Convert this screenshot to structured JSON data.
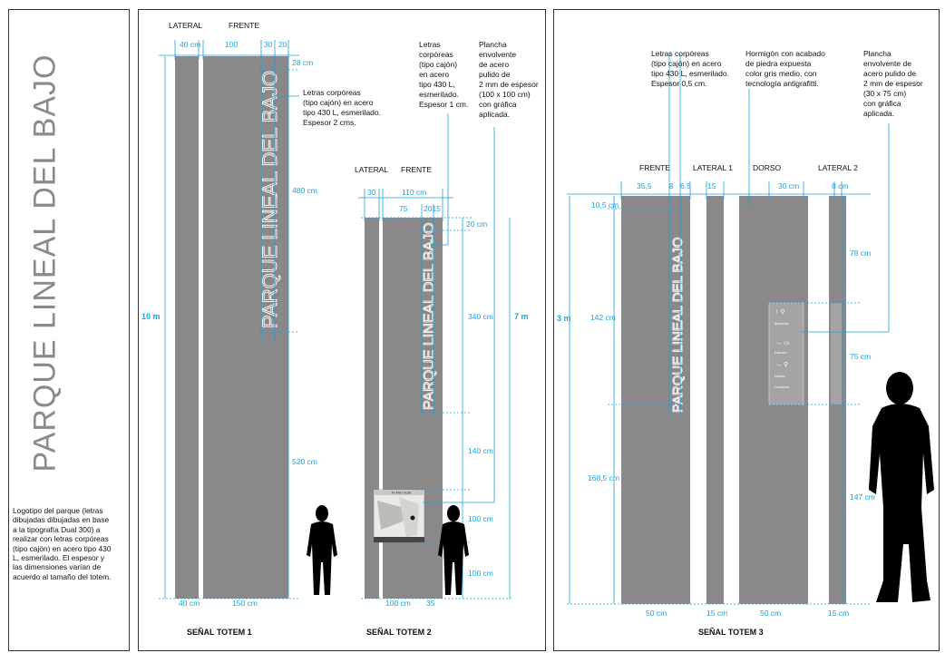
{
  "panel1": {
    "title": "PARQUE LINEAL DEL BAJO",
    "description": "Logotipo del parque (letras dibujadas dibujadas en base a la tipografía Dual 300) a realizar con letras corpóreas (tipo cajón) en acero tipo 430 L, esmerilado. El espesor y las dimensiones varían de acuerdo al tamaño del totem."
  },
  "totem1": {
    "caption": "SEÑAL TOTEM 1",
    "view_lateral": "LATERAL",
    "view_frente": "FRENTE",
    "dim_top_40": "40 cm",
    "dim_top_100": "100",
    "dim_top_30": "30",
    "dim_top_20": "20",
    "dim_28": "28 cm",
    "dim_480": "480 cm",
    "dim_520": "520 cm",
    "dim_total": "10 m",
    "dim_bottom_40": "40 cm",
    "dim_bottom_150": "150 cm",
    "logo": "PARQUE LINEAL DEL BAJO",
    "note": [
      "Letras corpóreas",
      "(tipo cajón) en acero",
      "tipo 430 L, esmerilado.",
      "Espesor 2 cms."
    ]
  },
  "totem2": {
    "caption": "SEÑAL TOTEM 2",
    "view_lateral": "LATERAL",
    "view_frente": "FRENTE",
    "dim_30": "30",
    "dim_110": "110 cm",
    "dim_75": "75",
    "dim_2015": "2015",
    "dim_20": "20 cm",
    "dim_340": "340 cm",
    "dim_140": "140 cm",
    "dim_100a": "100 cm",
    "dim_100b": "100 cm",
    "dim_total": "7 m",
    "dim_bottom_100": "100 cm",
    "dim_bottom_35": "35",
    "logo": "PARQUE LINEAL DEL BAJO",
    "map_label": "PLANO GUÍA",
    "note_letters": [
      "Letras",
      "corpóreas",
      "(tipo cajón)",
      "en acero",
      "tipo 430 L,",
      "esmerilado.",
      "Espesor 1 cm."
    ],
    "note_plate": [
      "Plancha",
      "envolvente",
      "de acero",
      "pulido de",
      "2 mm de espesor",
      "(100 x 100 cm)",
      "con gráfica",
      "aplicada."
    ]
  },
  "totem3": {
    "caption": "SEÑAL TOTEM 3",
    "view_frente": "FRENTE",
    "view_lateral1": "LATERAL 1",
    "view_dorso": "DORSO",
    "view_lateral2": "LATERAL 2",
    "dim_355": "35,5",
    "dim_8": "8",
    "dim_65": "6,5",
    "dim_15": "15",
    "dim_30": "30 cm",
    "dim_8b": "8 cm",
    "dim_105": "10,5 cm",
    "dim_142": "142 cm",
    "dim_1685": "168,5 cm",
    "dim_78": "78 cm",
    "dim_75": "75 cm",
    "dim_147": "147 cm",
    "dim_total": "3 m",
    "dim_bottom_50a": "50 cm",
    "dim_bottom_15a": "15 cm",
    "dim_bottom_50b": "50 cm",
    "dim_bottom_15b": "15 cm",
    "logo": "PARQUE LINEAL DEL BAJO",
    "note_letters": [
      "Letras corpóreas",
      "(tipo cajón) en acero",
      "tipo 430 L, esmerilado.",
      "Espesor 0,5 cm."
    ],
    "note_concrete": [
      "Hormigón con acabado",
      "de piedra expuesta",
      "color gris medio, con",
      "tecnología antigrafitti."
    ],
    "note_plate": [
      "Plancha",
      "envolvente de",
      "acero pulido de",
      "2 mm de espesor",
      "(30 x 75 cm)",
      "con gráfica",
      "aplicada."
    ],
    "plate_lines": [
      "Bicisenda",
      "Estación",
      "Estadio",
      "Costanera"
    ]
  },
  "colors": {
    "body": "#8b8889",
    "dim": "#1aa3de",
    "text": "#111111"
  }
}
